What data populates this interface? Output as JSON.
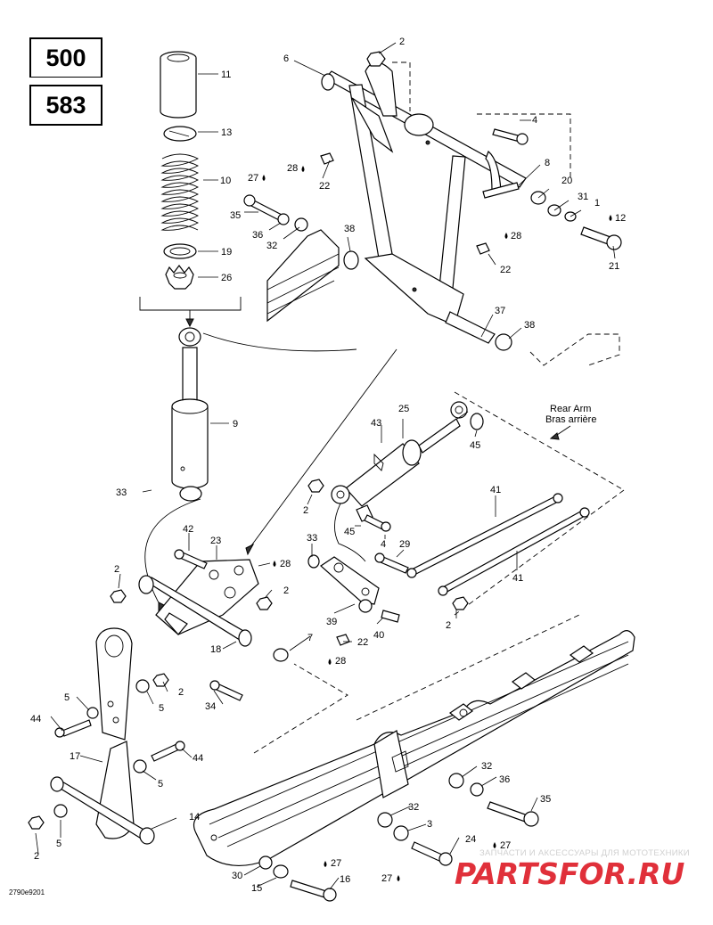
{
  "models": [
    "500",
    "583"
  ],
  "labels": {
    "rear_arm_en": "Rear Arm",
    "rear_arm_fr": "Bras arrière"
  },
  "callouts": [
    {
      "id": "c2a",
      "text": "2"
    },
    {
      "id": "c6",
      "text": "6"
    },
    {
      "id": "c11",
      "text": "11"
    },
    {
      "id": "c4a",
      "text": "4"
    },
    {
      "id": "c13",
      "text": "13"
    },
    {
      "id": "c27a",
      "text": "27"
    },
    {
      "id": "c28a",
      "text": "28"
    },
    {
      "id": "c22a",
      "text": "22"
    },
    {
      "id": "c8",
      "text": "8"
    },
    {
      "id": "c10",
      "text": "10"
    },
    {
      "id": "c20",
      "text": "20"
    },
    {
      "id": "c31",
      "text": "31"
    },
    {
      "id": "c1",
      "text": "1"
    },
    {
      "id": "c12",
      "text": "12"
    },
    {
      "id": "c35a",
      "text": "35"
    },
    {
      "id": "c36a",
      "text": "36"
    },
    {
      "id": "c32a",
      "text": "32"
    },
    {
      "id": "c38a",
      "text": "38"
    },
    {
      "id": "c28b",
      "text": "28"
    },
    {
      "id": "c22b",
      "text": "22"
    },
    {
      "id": "c21",
      "text": "21"
    },
    {
      "id": "c19",
      "text": "19"
    },
    {
      "id": "c26",
      "text": "26"
    },
    {
      "id": "c37",
      "text": "37"
    },
    {
      "id": "c38b",
      "text": "38"
    },
    {
      "id": "c9",
      "text": "9"
    },
    {
      "id": "c25",
      "text": "25"
    },
    {
      "id": "c43",
      "text": "43"
    },
    {
      "id": "c45a",
      "text": "45"
    },
    {
      "id": "c33a",
      "text": "33"
    },
    {
      "id": "c2b",
      "text": "2"
    },
    {
      "id": "c45b",
      "text": "45"
    },
    {
      "id": "c4b",
      "text": "4"
    },
    {
      "id": "c41a",
      "text": "41"
    },
    {
      "id": "c42",
      "text": "42"
    },
    {
      "id": "c23",
      "text": "23"
    },
    {
      "id": "c28c",
      "text": "28"
    },
    {
      "id": "c2c",
      "text": "2"
    },
    {
      "id": "c33b",
      "text": "33"
    },
    {
      "id": "c29",
      "text": "29"
    },
    {
      "id": "c41b",
      "text": "41"
    },
    {
      "id": "c2d",
      "text": "2"
    },
    {
      "id": "c39",
      "text": "39"
    },
    {
      "id": "c40",
      "text": "40"
    },
    {
      "id": "c2e",
      "text": "2"
    },
    {
      "id": "c18",
      "text": "18"
    },
    {
      "id": "c7",
      "text": "7"
    },
    {
      "id": "c22c",
      "text": "22"
    },
    {
      "id": "c28d",
      "text": "28"
    },
    {
      "id": "c5a",
      "text": "5"
    },
    {
      "id": "c2f",
      "text": "2"
    },
    {
      "id": "c5b",
      "text": "5"
    },
    {
      "id": "c34",
      "text": "34"
    },
    {
      "id": "c44a",
      "text": "44"
    },
    {
      "id": "c17",
      "text": "17"
    },
    {
      "id": "c44b",
      "text": "44"
    },
    {
      "id": "c5c",
      "text": "5"
    },
    {
      "id": "c32b",
      "text": "32"
    },
    {
      "id": "c36b",
      "text": "36"
    },
    {
      "id": "c35b",
      "text": "35"
    },
    {
      "id": "c14",
      "text": "14"
    },
    {
      "id": "c5d",
      "text": "5"
    },
    {
      "id": "c32c",
      "text": "32"
    },
    {
      "id": "c3",
      "text": "3"
    },
    {
      "id": "c2g",
      "text": "2"
    },
    {
      "id": "c24",
      "text": "24"
    },
    {
      "id": "c27b",
      "text": "27"
    },
    {
      "id": "c30",
      "text": "30"
    },
    {
      "id": "c27c",
      "text": "27"
    },
    {
      "id": "c27d",
      "text": "27"
    },
    {
      "id": "c15",
      "text": "15"
    },
    {
      "id": "c16",
      "text": "16"
    }
  ],
  "drawing_code": "2790e9201",
  "watermark": {
    "tagline": "ЗАПЧАСТИ И АКСЕССУАРЫ ДЛЯ МОТОТЕХНИКИ",
    "logo": "PARTSFOR.RU"
  }
}
